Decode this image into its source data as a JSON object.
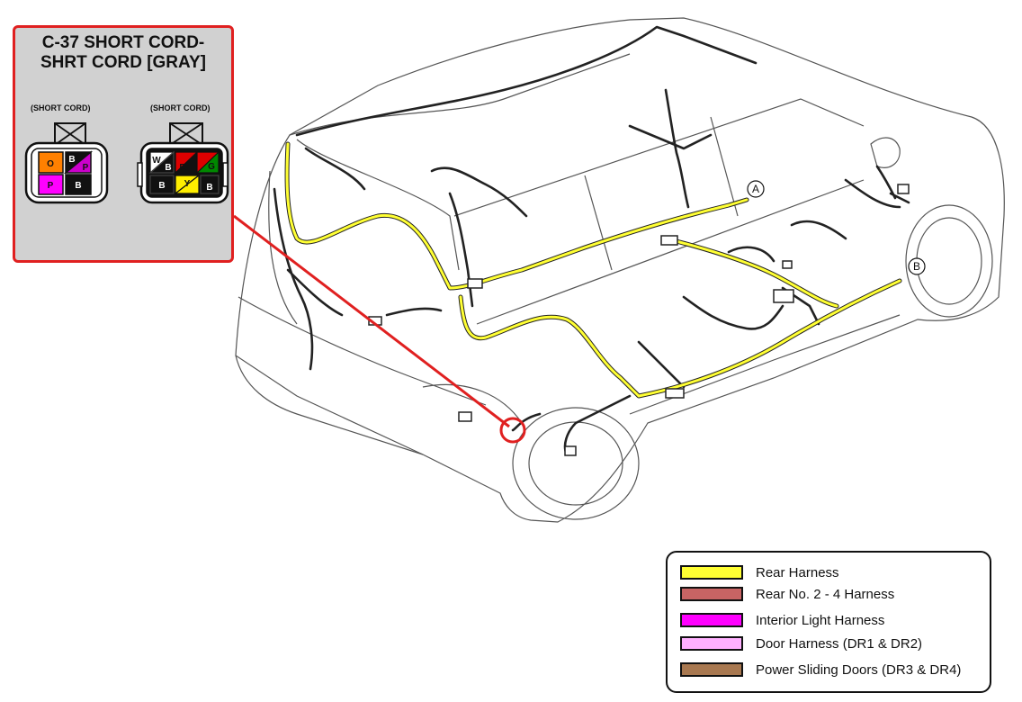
{
  "callout": {
    "title_line1": "C-37 SHORT CORD-",
    "title_line2": "SHRT CORD [GRAY]",
    "left_connector": {
      "label": "(SHORT CORD)",
      "pins": [
        {
          "letter": "O",
          "color": "#ff8000"
        },
        {
          "letter": "B",
          "color": "#111111"
        },
        {
          "letter": "P",
          "color": "#cc00cc"
        },
        {
          "letter": "P",
          "color": "#ff00ff"
        },
        {
          "letter": "B",
          "color": "#111111"
        }
      ]
    },
    "right_connector": {
      "label": "(SHORT CORD)",
      "pins": [
        {
          "letter": "W",
          "color": "#ffffff"
        },
        {
          "letter": "B",
          "color": "#111111"
        },
        {
          "letter": "R",
          "color": "#dd0000"
        },
        {
          "letter": "G",
          "color": "#008800"
        },
        {
          "letter": "B",
          "color": "#111111"
        },
        {
          "letter": "Y",
          "color": "#ffee00"
        },
        {
          "letter": "B",
          "color": "#111111"
        }
      ]
    }
  },
  "markers": {
    "a": "A",
    "b": "B"
  },
  "legend": {
    "items": [
      {
        "label": "Rear Harness",
        "color": "#ffff33"
      },
      {
        "label": "Rear No. 2 - 4 Harness",
        "color": "#c86464"
      },
      {
        "label": "Interior Light Harness",
        "color": "#ff00ff"
      },
      {
        "label": "Door Harness (DR1 & DR2)",
        "color": "#ffb0ff"
      },
      {
        "label": "Power Sliding Doors (DR3 & DR4)",
        "color": "#a87850"
      }
    ]
  },
  "colors": {
    "leader": "#e02020",
    "rear_harness": "#ffff33",
    "wire": "#222222",
    "body_outline": "#555555"
  }
}
